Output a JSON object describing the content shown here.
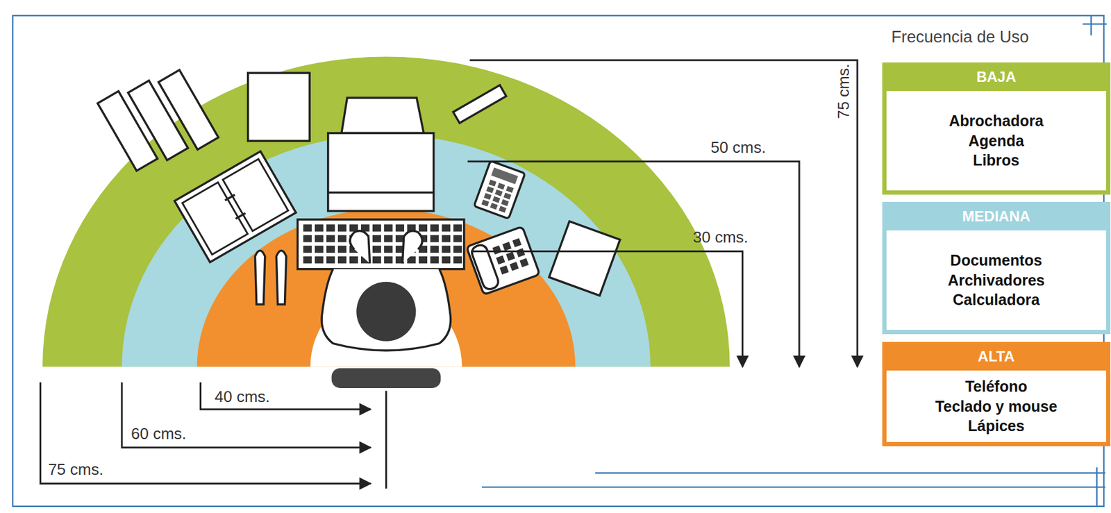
{
  "diagram": {
    "nodes": [
      {
        "text": [
          "BAJA",
          "Abrochadora",
          "Agenda",
          "Libros"
        ]
      },
      {
        "text": [
          "MEDIANA",
          "Documentos",
          "Archivadores",
          "Calculadora"
        ]
      },
      {
        "text": [
          "ALTA",
          "Teléfono",
          "Teclado y mouse",
          "Lápices"
        ]
      }
    ],
    "labels": [
      "Frecuencia de Uso",
      "75 cms.",
      "50 cms.",
      "30 cms.",
      "40 cms.",
      "60 cms.",
      "75 cms."
    ]
  }
}
